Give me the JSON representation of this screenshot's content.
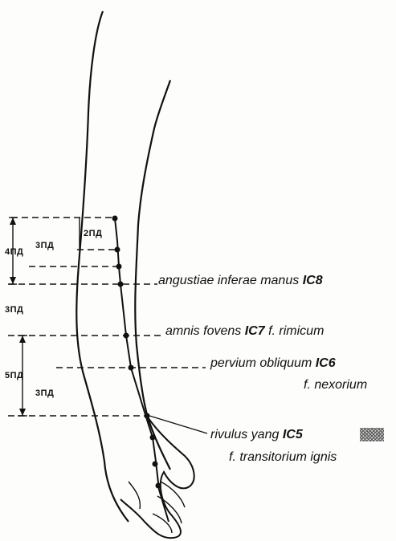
{
  "points": [
    {
      "name": "angustiae inferae manus",
      "code": "IC8",
      "alt": ""
    },
    {
      "name": "amnis fovens",
      "code": "IC7",
      "alt": "f. rimicum"
    },
    {
      "name": "pervium obliquum",
      "code": "IC6",
      "alt": "f. nexorium"
    },
    {
      "name": "rivulus yang",
      "code": "IC5",
      "alt": "f. transitorium ignis"
    }
  ],
  "measures": {
    "upper_total": "4ПД",
    "upper_sub": "3ПД",
    "upper_small": "2ПД",
    "middle": "3ПД",
    "lower_total": "5ПД",
    "lower_sub": "3ПД"
  },
  "colors": {
    "ink": "#111111",
    "paper": "#fdfdfb",
    "highlight_box": "#bdbdbd"
  }
}
